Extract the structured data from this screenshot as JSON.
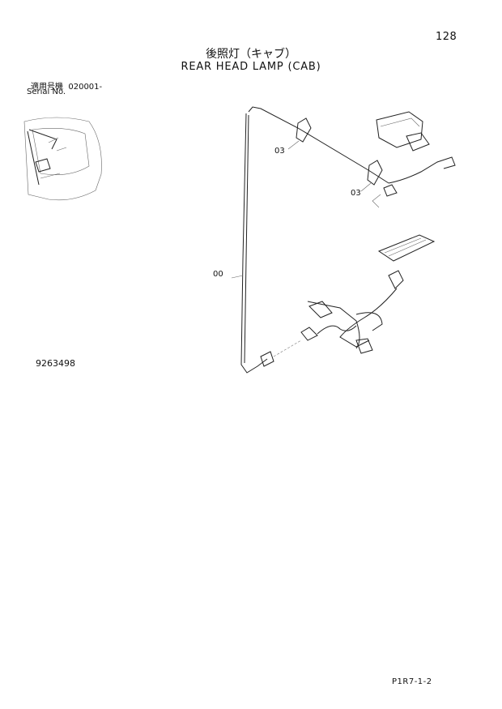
{
  "page_number": "128",
  "title_ja": "後照灯（キャブ）",
  "title_en": "REAR HEAD LAMP (CAB)",
  "serial_label_ja": "適用号機",
  "serial_value": "020001-",
  "serial_label_en": "Serial No.",
  "drawing_number": "9263498",
  "page_code": "P1R7-1-2",
  "callouts": {
    "harness": "00",
    "clamp_upper": "03",
    "clamp_lower": "03"
  }
}
